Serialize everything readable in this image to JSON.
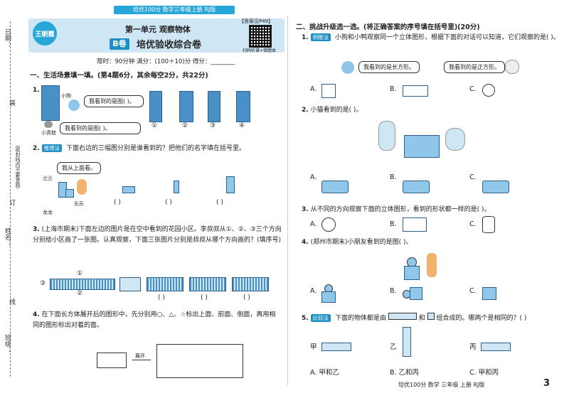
{
  "top_strip": "培优100分 数学三年级上册 RJ版",
  "margin": {
    "date_label": "日期：",
    "name_label": "姓名：",
    "class_label": "班级：",
    "dashed_note": "（密封线内不要答题）",
    "seal_words": [
      "装",
      "订",
      "线"
    ]
  },
  "header": {
    "logo_text": "王朝霞",
    "unit_title": "第一单元  观察物体",
    "badge": "B卷",
    "exam_title": "培优验收综合卷",
    "answer_ref": "【答案见P49】",
    "qr_label": "扫码听课+错题本"
  },
  "meta": "限时：90分钟   满分：(100＋10)分   得分：________",
  "section1": {
    "title": "一、生活场景填一填。(第4题6分，其余每空2分，共22分)",
    "q1": {
      "num": "1.",
      "dog_label": "小狗",
      "snail_label": "小青蛙",
      "bubble1": "我看到的是图(        )。",
      "bubble2": "我看到的是图(        )。",
      "choices": [
        "①",
        "②",
        "③",
        "④"
      ]
    },
    "q2": {
      "num": "2.",
      "tag": "推理法",
      "text": "下面右边的三幅图分别是谁看到的？把他们的名字填在括号里。",
      "bubble": "我从上面看。",
      "names": [
        "兰兰",
        "乐乐",
        "龙龙"
      ],
      "blanks": [
        "(     )",
        "(     )",
        "(     )"
      ]
    },
    "q3": {
      "num": "3.",
      "text": "(上海市期末)下面左边的图片是在空中看到的花园小区。李叔叔从①、②、③三个方向分别给小区画了一张图。认真观察，下面三张图片分别是叔叔从哪个方向画的？(填序号)",
      "dirs": [
        "①",
        "②",
        "③"
      ],
      "blanks": [
        "(    )",
        "(    )",
        "(    )"
      ]
    },
    "q4": {
      "num": "4.",
      "text": "在下面长方体展开后的图形中，先分别用○、△、☆标出上面、前面、侧面，再用相同的图形标出对着的面。",
      "arrow_label": "展开"
    }
  },
  "section2": {
    "title": "二、挑战升级选一选。(将正确答案的序号填在括号里)(20分)",
    "q1": {
      "num": "1.",
      "tag": "例推法",
      "text": "小狗和小鸭观察同一个立体图形，根据下面的对话可以知道，它们观察的是(     )。",
      "bubble_dog": "我看到的是长方形。",
      "bubble_duck": "我看到的是正方形。",
      "options": [
        "A.",
        "B.",
        "C."
      ]
    },
    "q2": {
      "num": "2.",
      "text": "小猫看到的是(     )。",
      "options": [
        "A.",
        "B.",
        "C."
      ]
    },
    "q3": {
      "num": "3.",
      "text": "从不同的方向观察下面的立体图形，看到的形状都一样的是(     )。",
      "options": [
        "A.",
        "B.",
        "C."
      ]
    },
    "q4": {
      "num": "4.",
      "text": "(郑州市期末)小朋友看到的是图(     )。",
      "options": [
        "A.",
        "B.",
        "C."
      ]
    },
    "q5": {
      "num": "5.",
      "tag": "比较法",
      "text_a": "下面的物体都是由",
      "text_b": "和",
      "text_c": "组合成的。哪两个是相同的？(     )",
      "labels": [
        "甲",
        "乙",
        "丙"
      ],
      "options": [
        "A. 甲和乙",
        "B. 乙和丙",
        "C. 甲和丙"
      ]
    }
  },
  "footer": "培优100分   数学   三年级   上册   RJ版",
  "page_number": "3"
}
